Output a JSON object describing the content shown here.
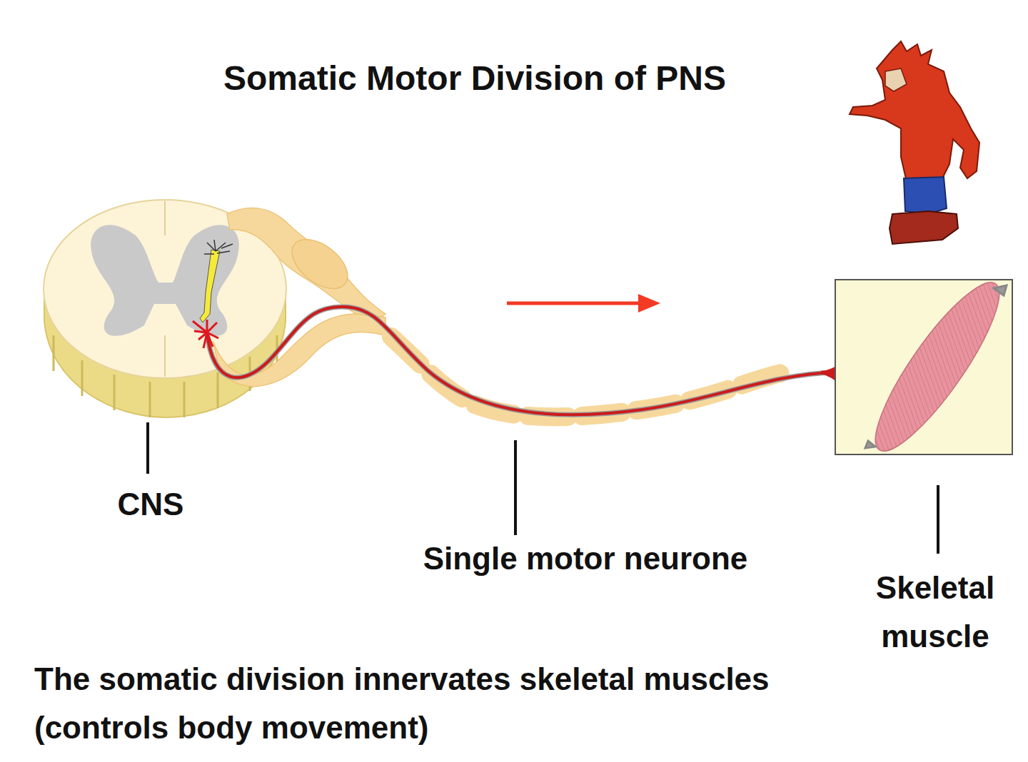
{
  "diagram": {
    "title": "Somatic Motor Division of PNS",
    "caption": "The somatic division innervates skeletal muscles (controls body movement)",
    "labels": [
      "CNS",
      "Single motor neurone",
      "Skeletal muscle"
    ]
  }
}
